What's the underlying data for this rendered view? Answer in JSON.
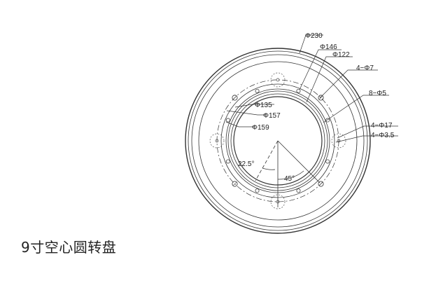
{
  "caption": "9寸空心圆转盘",
  "dimensions": {
    "d230": "Φ230",
    "d146": "Φ146",
    "d122": "Φ122",
    "h4d7": "4−Φ7",
    "h8d5": "8−Φ5",
    "d135": "Φ135",
    "d157": "Φ157",
    "d159": "Φ159",
    "h4d17": "4−Φ17",
    "h4d35": "4−Φ3.5",
    "angle225": "22.5°",
    "angle45": "45°"
  }
}
